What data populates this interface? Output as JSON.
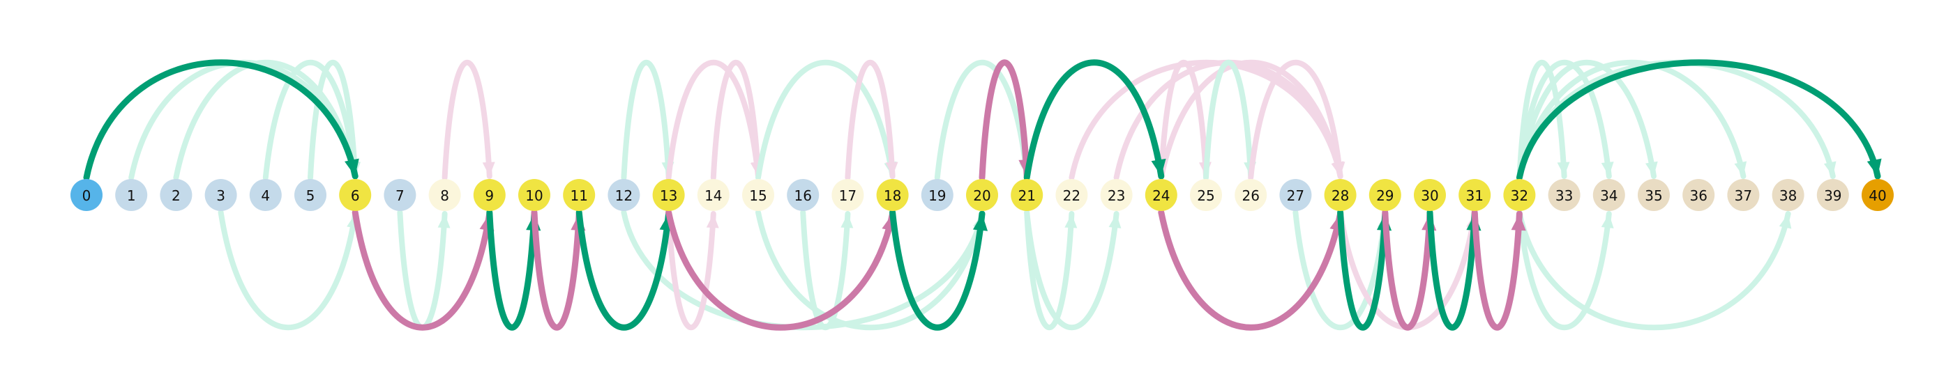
{
  "diagram": {
    "nodes": [
      {
        "label": "0",
        "kind": "start"
      },
      {
        "label": "1",
        "kind": "blue"
      },
      {
        "label": "2",
        "kind": "blue"
      },
      {
        "label": "3",
        "kind": "blue"
      },
      {
        "label": "4",
        "kind": "blue"
      },
      {
        "label": "5",
        "kind": "blue"
      },
      {
        "label": "6",
        "kind": "yellow"
      },
      {
        "label": "7",
        "kind": "blue"
      },
      {
        "label": "8",
        "kind": "cream"
      },
      {
        "label": "9",
        "kind": "yellow"
      },
      {
        "label": "10",
        "kind": "yellow"
      },
      {
        "label": "11",
        "kind": "yellow"
      },
      {
        "label": "12",
        "kind": "blue"
      },
      {
        "label": "13",
        "kind": "yellow"
      },
      {
        "label": "14",
        "kind": "cream"
      },
      {
        "label": "15",
        "kind": "cream"
      },
      {
        "label": "16",
        "kind": "blue"
      },
      {
        "label": "17",
        "kind": "cream"
      },
      {
        "label": "18",
        "kind": "yellow"
      },
      {
        "label": "19",
        "kind": "blue"
      },
      {
        "label": "20",
        "kind": "yellow"
      },
      {
        "label": "21",
        "kind": "yellow"
      },
      {
        "label": "22",
        "kind": "cream"
      },
      {
        "label": "23",
        "kind": "cream"
      },
      {
        "label": "24",
        "kind": "yellow"
      },
      {
        "label": "25",
        "kind": "cream"
      },
      {
        "label": "26",
        "kind": "cream"
      },
      {
        "label": "27",
        "kind": "blue"
      },
      {
        "label": "28",
        "kind": "yellow"
      },
      {
        "label": "29",
        "kind": "yellow"
      },
      {
        "label": "30",
        "kind": "yellow"
      },
      {
        "label": "31",
        "kind": "yellow"
      },
      {
        "label": "32",
        "kind": "yellow"
      },
      {
        "label": "33",
        "kind": "tan"
      },
      {
        "label": "34",
        "kind": "tan"
      },
      {
        "label": "35",
        "kind": "tan"
      },
      {
        "label": "36",
        "kind": "tan"
      },
      {
        "label": "37",
        "kind": "tan"
      },
      {
        "label": "38",
        "kind": "tan"
      },
      {
        "label": "39",
        "kind": "tan"
      },
      {
        "label": "40",
        "kind": "end"
      }
    ],
    "edges": [
      {
        "from": 0,
        "to": 6,
        "side": "top",
        "style": "bold-green"
      },
      {
        "from": 1,
        "to": 6,
        "side": "top",
        "style": "faint-green"
      },
      {
        "from": 2,
        "to": 6,
        "side": "top",
        "style": "faint-green"
      },
      {
        "from": 4,
        "to": 6,
        "side": "top",
        "style": "faint-green"
      },
      {
        "from": 5,
        "to": 6,
        "side": "top",
        "style": "faint-green"
      },
      {
        "from": 3,
        "to": 6,
        "side": "bottom",
        "style": "faint-green"
      },
      {
        "from": 8,
        "to": 9,
        "side": "top",
        "style": "faint-pink"
      },
      {
        "from": 12,
        "to": 13,
        "side": "top",
        "style": "faint-green"
      },
      {
        "from": 14,
        "to": 15,
        "side": "top",
        "style": "faint-pink"
      },
      {
        "from": 13,
        "to": 15,
        "side": "top",
        "style": "faint-pink"
      },
      {
        "from": 15,
        "to": 18,
        "side": "top",
        "style": "faint-green"
      },
      {
        "from": 17,
        "to": 18,
        "side": "top",
        "style": "faint-pink"
      },
      {
        "from": 19,
        "to": 21,
        "side": "top",
        "style": "faint-green"
      },
      {
        "from": 20,
        "to": 21,
        "side": "top",
        "style": "bold-pink"
      },
      {
        "from": 21,
        "to": 24,
        "side": "top",
        "style": "bold-green"
      },
      {
        "from": 22,
        "to": 28,
        "side": "top",
        "style": "faint-pink"
      },
      {
        "from": 23,
        "to": 28,
        "side": "top",
        "style": "faint-pink"
      },
      {
        "from": 24,
        "to": 28,
        "side": "top",
        "style": "faint-pink"
      },
      {
        "from": 24,
        "to": 25,
        "side": "top",
        "style": "faint-pink"
      },
      {
        "from": 25,
        "to": 26,
        "side": "top",
        "style": "faint-green"
      },
      {
        "from": 26,
        "to": 28,
        "side": "top",
        "style": "faint-pink"
      },
      {
        "from": 32,
        "to": 33,
        "side": "top",
        "style": "faint-green"
      },
      {
        "from": 32,
        "to": 34,
        "side": "top",
        "style": "faint-green"
      },
      {
        "from": 32,
        "to": 35,
        "side": "top",
        "style": "faint-green"
      },
      {
        "from": 32,
        "to": 37,
        "side": "top",
        "style": "faint-green"
      },
      {
        "from": 32,
        "to": 39,
        "side": "top",
        "style": "faint-green"
      },
      {
        "from": 32,
        "to": 40,
        "side": "top",
        "style": "bold-green"
      },
      {
        "from": 6,
        "to": 9,
        "side": "bottom",
        "style": "bold-pink"
      },
      {
        "from": 7,
        "to": 8,
        "side": "bottom",
        "style": "faint-green"
      },
      {
        "from": 9,
        "to": 10,
        "side": "bottom",
        "style": "bold-green"
      },
      {
        "from": 10,
        "to": 11,
        "side": "bottom",
        "style": "bold-pink"
      },
      {
        "from": 11,
        "to": 13,
        "side": "bottom",
        "style": "bold-green"
      },
      {
        "from": 12,
        "to": 20,
        "side": "bottom",
        "style": "faint-green"
      },
      {
        "from": 13,
        "to": 14,
        "side": "bottom",
        "style": "faint-pink"
      },
      {
        "from": 13,
        "to": 18,
        "side": "bottom",
        "style": "bold-pink"
      },
      {
        "from": 15,
        "to": 20,
        "side": "bottom",
        "style": "faint-green"
      },
      {
        "from": 16,
        "to": 17,
        "side": "bottom",
        "style": "faint-green"
      },
      {
        "from": 18,
        "to": 20,
        "side": "bottom",
        "style": "bold-green"
      },
      {
        "from": 21,
        "to": 22,
        "side": "bottom",
        "style": "faint-green"
      },
      {
        "from": 21,
        "to": 23,
        "side": "bottom",
        "style": "faint-green"
      },
      {
        "from": 24,
        "to": 28,
        "side": "bottom",
        "style": "bold-pink"
      },
      {
        "from": 27,
        "to": 29,
        "side": "bottom",
        "style": "faint-green"
      },
      {
        "from": 28,
        "to": 29,
        "side": "bottom",
        "style": "bold-green"
      },
      {
        "from": 29,
        "to": 30,
        "side": "bottom",
        "style": "bold-pink"
      },
      {
        "from": 28,
        "to": 31,
        "side": "bottom",
        "style": "faint-pink"
      },
      {
        "from": 30,
        "to": 31,
        "side": "bottom",
        "style": "bold-green"
      },
      {
        "from": 31,
        "to": 32,
        "side": "bottom",
        "style": "bold-pink"
      },
      {
        "from": 32,
        "to": 34,
        "side": "bottom",
        "style": "faint-green"
      },
      {
        "from": 32,
        "to": 38,
        "side": "bottom",
        "style": "faint-green"
      },
      {
        "from": 31,
        "to": 32,
        "side": "bottom",
        "style": "faint-green"
      }
    ],
    "colors": {
      "start": "#56B4E9",
      "end": "#E69F00",
      "yellow": "#F0E442",
      "blue": "#C4DAEA",
      "cream": "#FBF6DC",
      "tan": "#E9DCC3",
      "bold-green": "#009E73",
      "faint-green": "#CDF3E6",
      "bold-pink": "#CC79A7",
      "faint-pink": "#F2D7E6"
    }
  }
}
